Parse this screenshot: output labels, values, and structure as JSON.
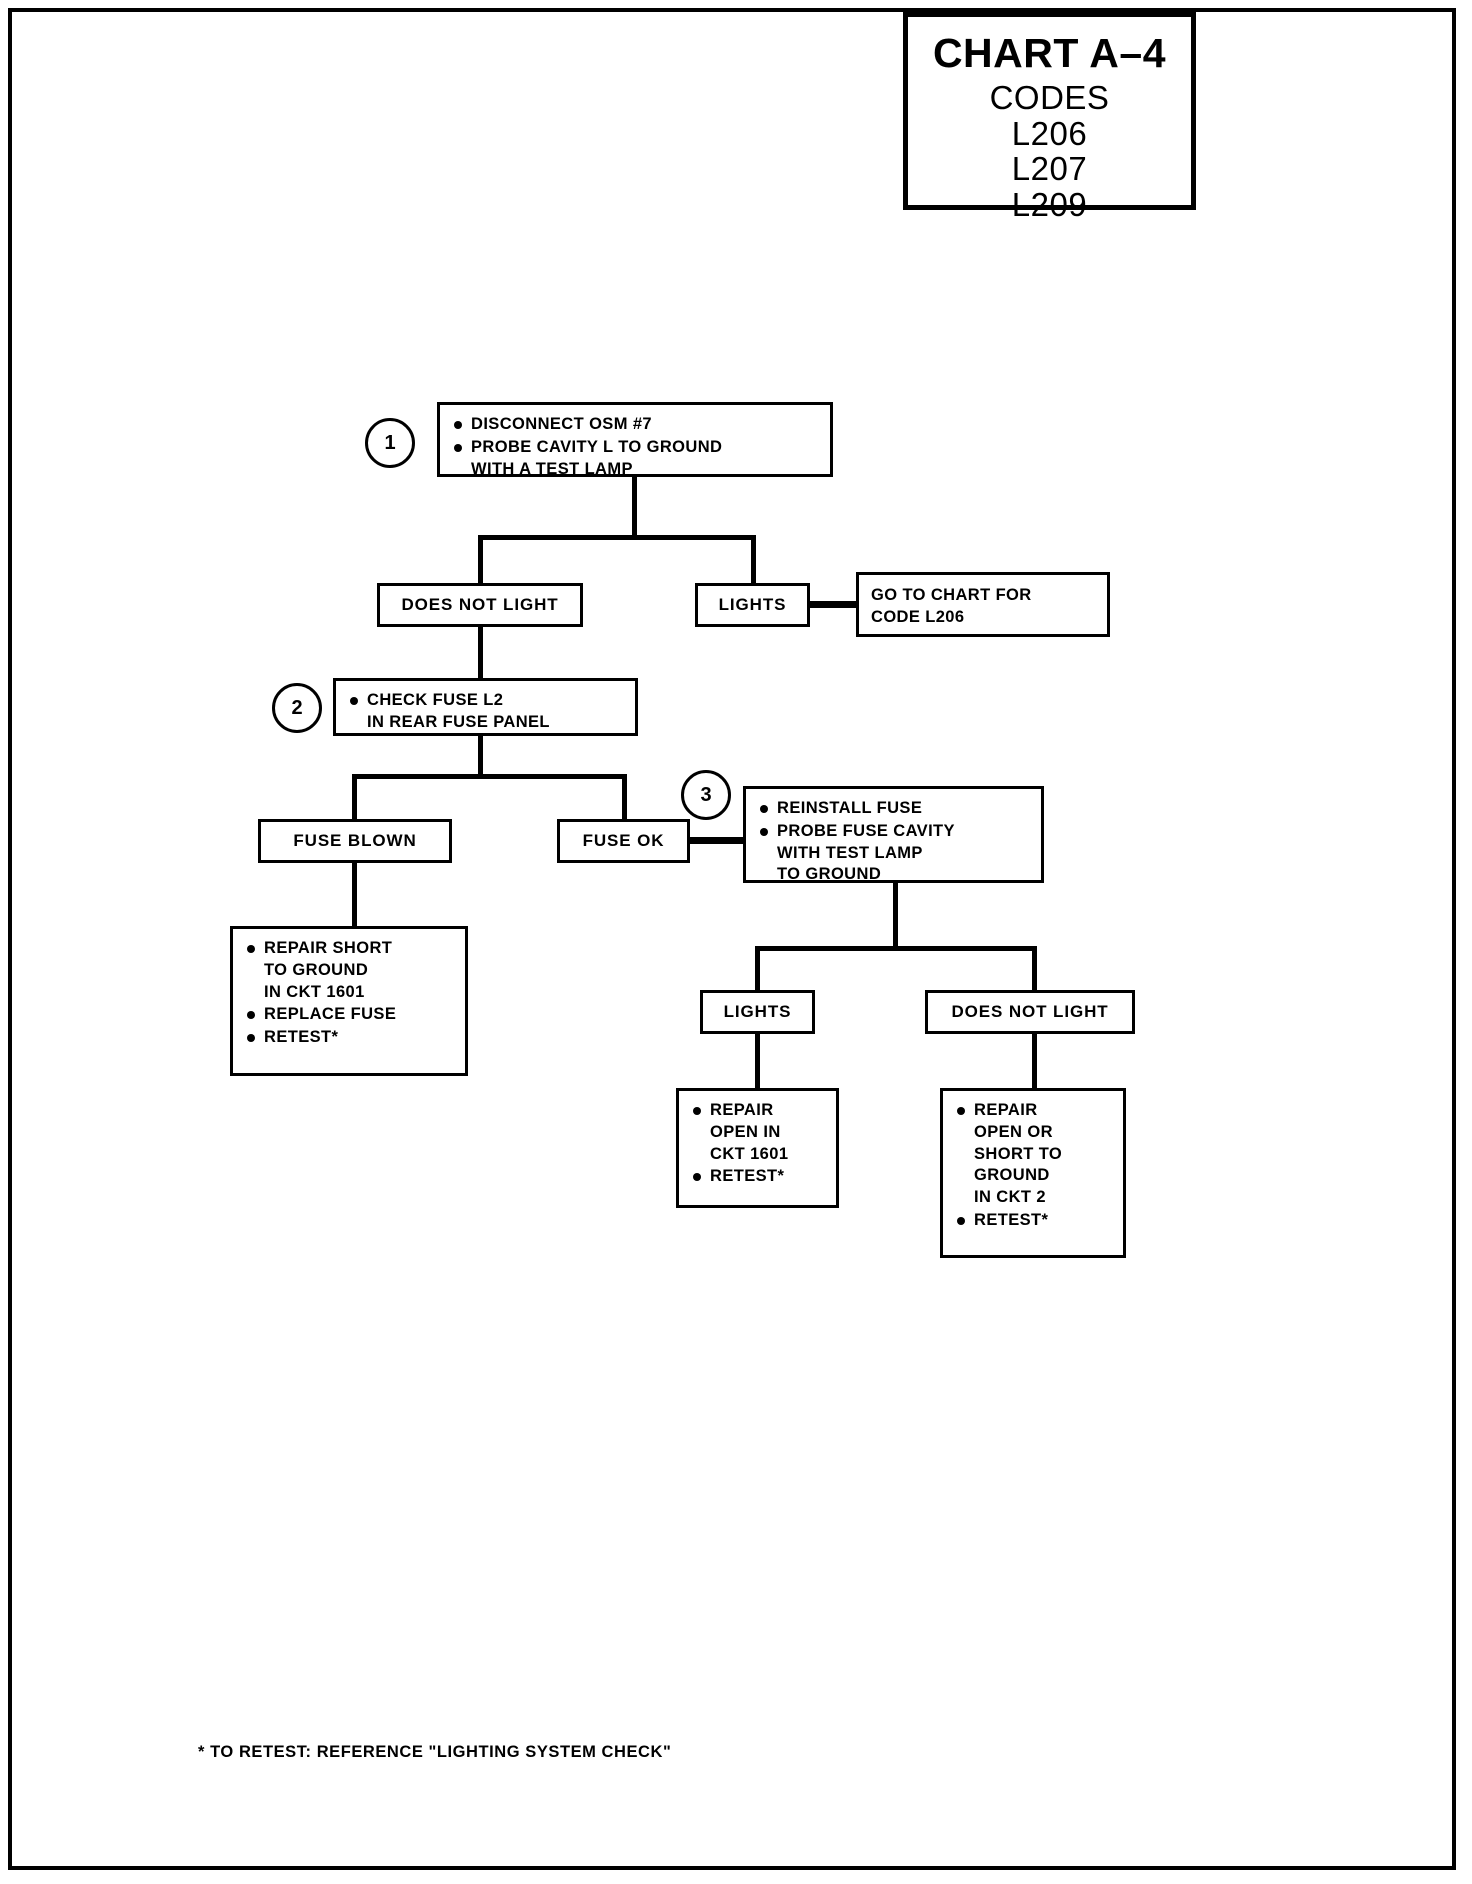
{
  "header": {
    "chart_title": "CHART A–4",
    "codes_label": "CODES",
    "codes": [
      "L206",
      "L207",
      "L209"
    ]
  },
  "flowchart": {
    "steps": [
      {
        "number": "1"
      },
      {
        "number": "2"
      },
      {
        "number": "3"
      }
    ],
    "nodes": {
      "step1_action": {
        "lines": [
          "DISCONNECT OSM #7",
          "PROBE CAVITY L TO GROUND\nWITH A TEST LAMP"
        ]
      },
      "does_not_light_1": {
        "label": "DOES NOT LIGHT"
      },
      "lights_1": {
        "label": "LIGHTS"
      },
      "goto_chart": {
        "line1": "GO TO CHART FOR",
        "line2": "CODE L206"
      },
      "step2_action": {
        "lines": [
          "CHECK FUSE L2\nIN REAR FUSE PANEL"
        ]
      },
      "fuse_blown": {
        "label": "FUSE BLOWN"
      },
      "fuse_ok": {
        "label": "FUSE OK"
      },
      "step3_action": {
        "lines": [
          "REINSTALL FUSE",
          "PROBE FUSE CAVITY\nWITH TEST LAMP\nTO GROUND"
        ]
      },
      "repair_short": {
        "lines": [
          "REPAIR SHORT\nTO GROUND\nIN CKT 1601",
          "REPLACE FUSE",
          "RETEST*"
        ]
      },
      "lights_2": {
        "label": "LIGHTS"
      },
      "does_not_light_2": {
        "label": "DOES NOT LIGHT"
      },
      "repair_open": {
        "lines": [
          "REPAIR\nOPEN IN\nCKT 1601",
          "RETEST*"
        ]
      },
      "repair_open_or_short": {
        "lines": [
          "REPAIR\nOPEN OR\nSHORT TO\nGROUND\nIN CKT 2",
          "RETEST*"
        ]
      }
    }
  },
  "footnote": "* TO RETEST: REFERENCE \"LIGHTING SYSTEM CHECK\"",
  "colors": {
    "ink": "#000000",
    "paper": "#ffffff"
  }
}
